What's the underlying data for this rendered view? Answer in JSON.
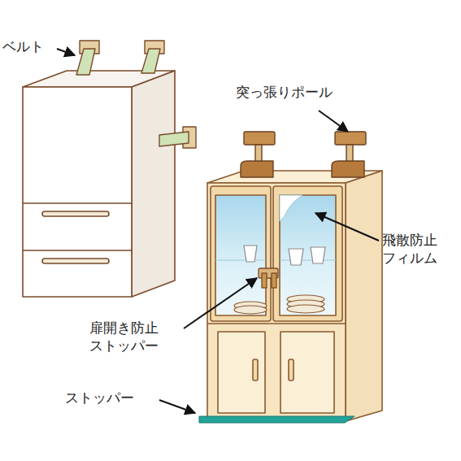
{
  "diagram": {
    "labels": [
      "ベルト",
      "突っ張りポール",
      "飛散防止 フィルム",
      "扉開き防止 ストッパー",
      "ストッパー"
    ]
  }
}
